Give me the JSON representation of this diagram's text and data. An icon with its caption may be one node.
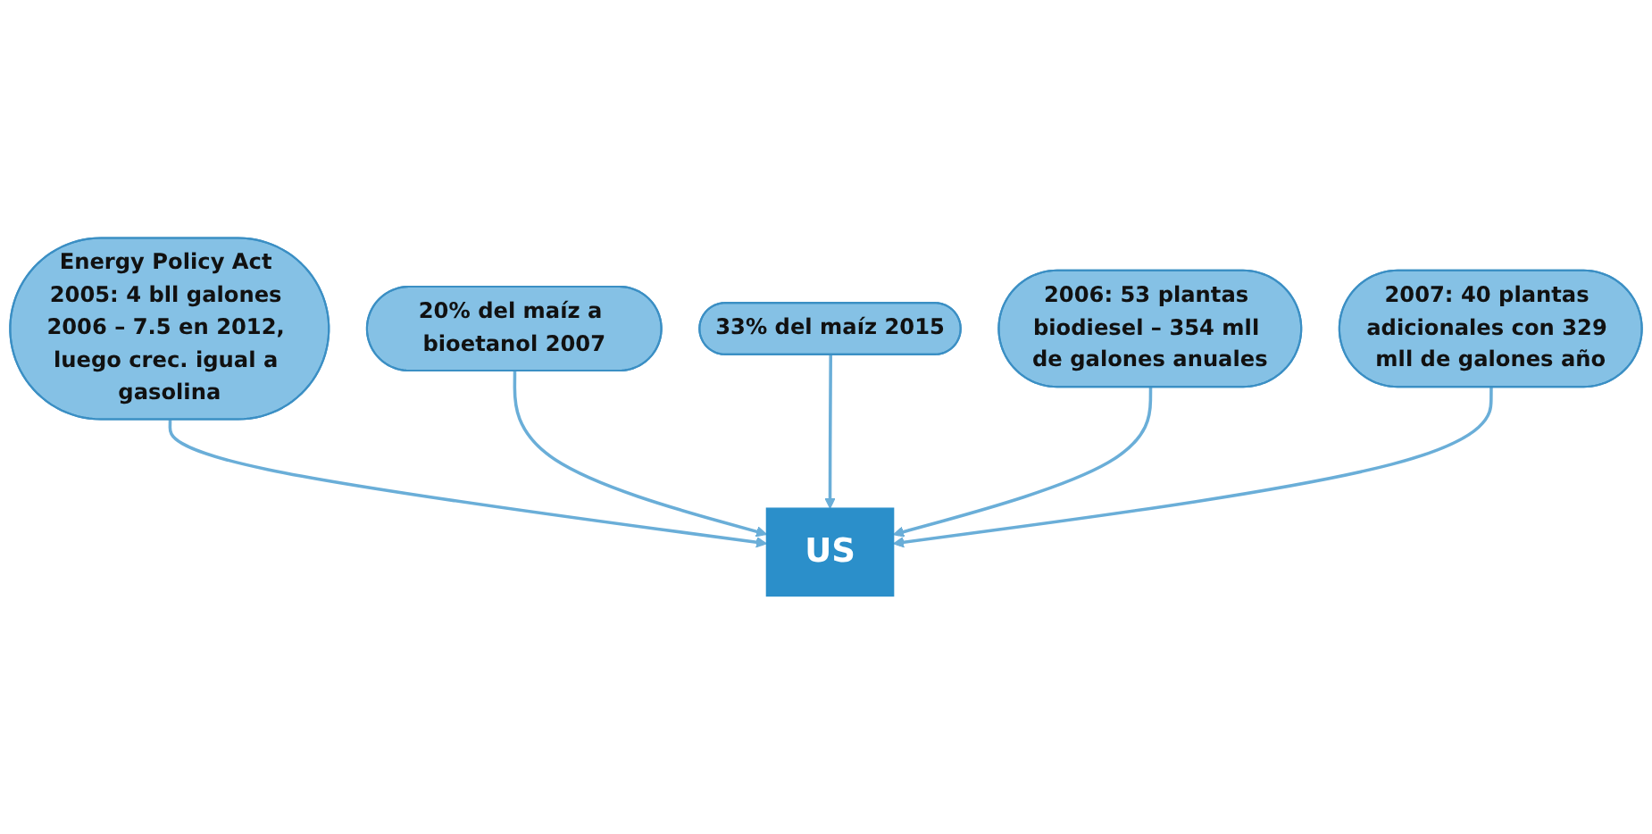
{
  "diagram": {
    "nodes": [
      {
        "text": [
          "Energy Policy Act 2005: 4 bll galones 2006 – 7.5 en 2012, luego crec. igual a gasolina"
        ]
      },
      {
        "text": [
          "20% del maíz a bioetanol 2007"
        ]
      },
      {
        "text": [
          "33% del maíz 2015"
        ]
      },
      {
        "text": [
          "US"
        ]
      },
      {
        "text": [
          "2006: 53 plantas biodiesel – 354 mll de galones anuales"
        ]
      },
      {
        "text": [
          "2007: 40 plantas adicionales con 329 mll de galones año"
        ]
      }
    ],
    "edges": [
      {
        "from": 0,
        "to": 3,
        "arrow": "to"
      },
      {
        "from": 1,
        "to": 3,
        "arrow": "to"
      },
      {
        "from": 2,
        "to": 3,
        "arrow": "to"
      },
      {
        "from": 4,
        "to": 3,
        "arrow": "to"
      },
      {
        "from": 5,
        "to": 3,
        "arrow": "to"
      }
    ]
  }
}
